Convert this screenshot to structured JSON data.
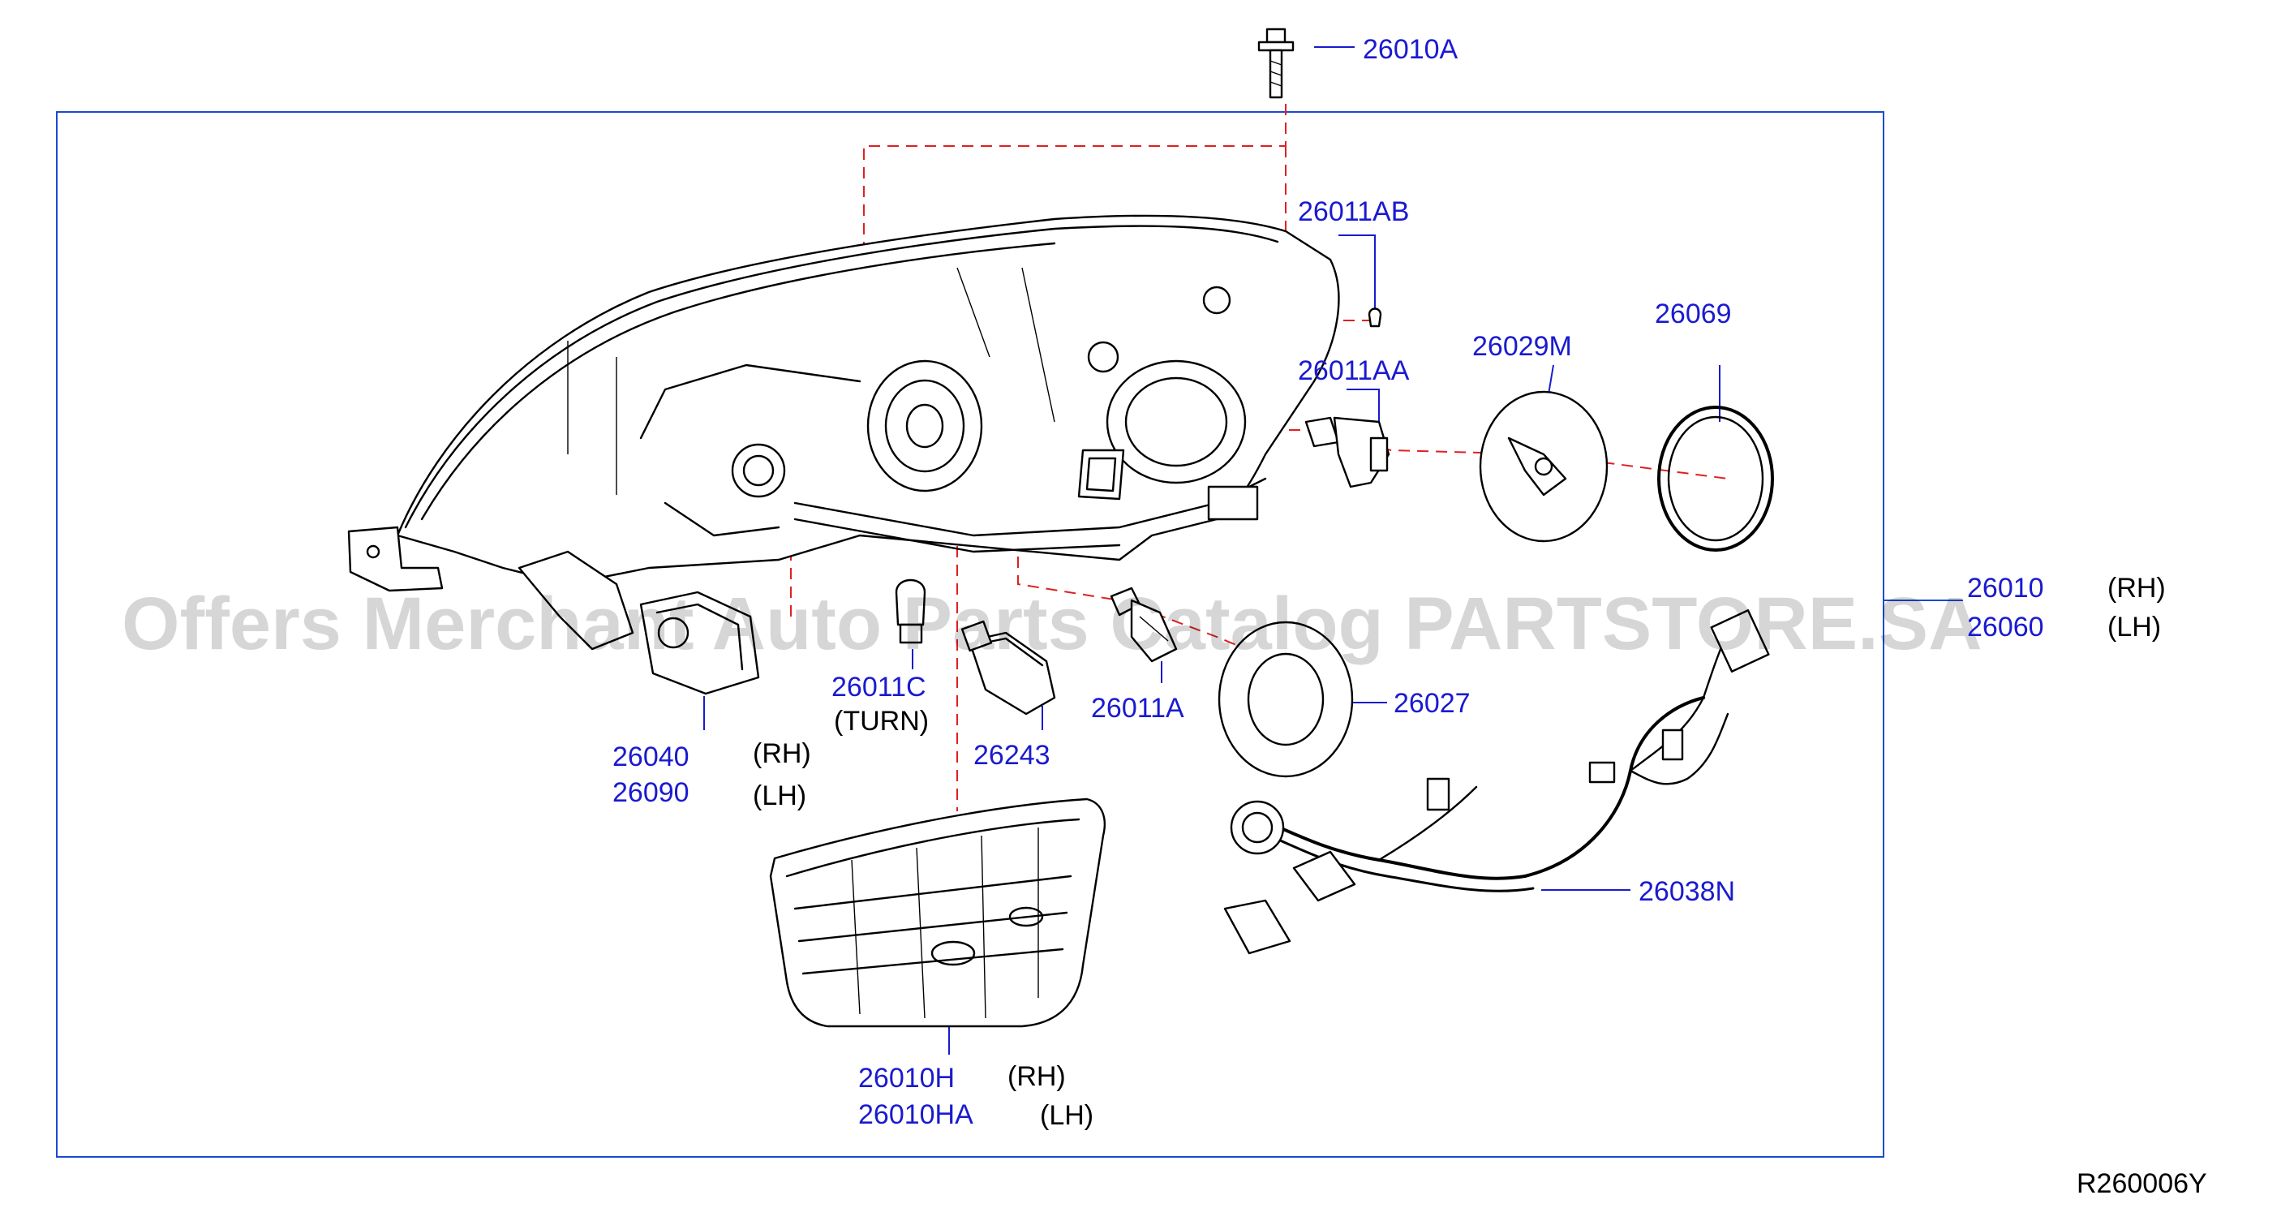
{
  "labels": {
    "bolt": "26010A",
    "bulb_ab": "26011AB",
    "bulb_aa": "26011AA",
    "cap_m": "26029M",
    "seal_ring": "26069",
    "assembly_rh_code": "26010",
    "assembly_rh_side": "(RH)",
    "assembly_lh_code": "26060",
    "assembly_lh_side": "(LH)",
    "socket_rh_code": "26040",
    "socket_rh_side": "(RH)",
    "socket_lh_code": "26090",
    "socket_lh_side": "(LH)",
    "turn_bulb_code": "26011C",
    "turn_bulb_note": "(TURN)",
    "socket_26243": "26243",
    "bulb_a": "26011A",
    "seal_26027": "26027",
    "harness": "26038N",
    "cover_rh_code": "26010H",
    "cover_rh_side": "(RH)",
    "cover_lh_code": "26010HA",
    "cover_lh_side": "(LH)"
  },
  "diagram_code": "R260006Y",
  "watermark": "Offers Merchant Auto Parts Catalog PARTSTORE.SA",
  "colors": {
    "part_number": "#1a1ad0",
    "frame": "#1a4ad0",
    "dash_line": "#e02020",
    "line": "#000000"
  }
}
